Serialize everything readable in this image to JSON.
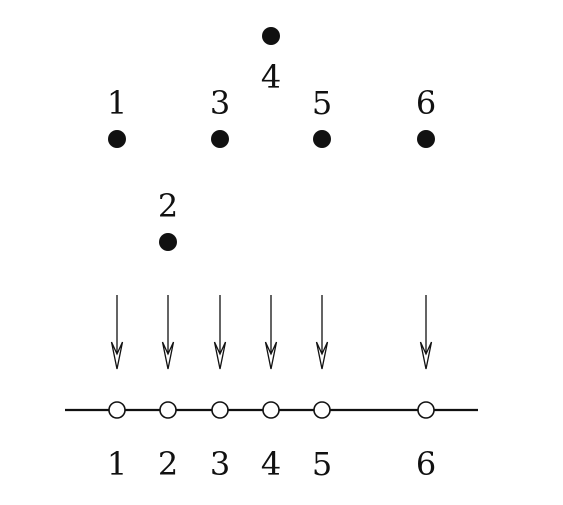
{
  "points": [
    {
      "label": "1"
    },
    {
      "label": "2"
    },
    {
      "label": "3"
    },
    {
      "label": "4"
    },
    {
      "label": "5"
    },
    {
      "label": "6"
    }
  ],
  "line_labels": [
    "1",
    "2",
    "3",
    "4",
    "5",
    "6"
  ]
}
